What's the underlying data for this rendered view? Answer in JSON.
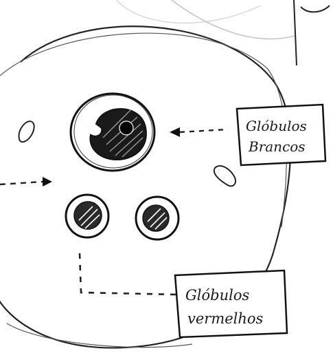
{
  "labels": {
    "white_cells_line1": "Glóbulos",
    "white_cells_line2": "Brancos",
    "red_cells_line1": "Glóbulos",
    "red_cells_line2": "vermelhos"
  }
}
